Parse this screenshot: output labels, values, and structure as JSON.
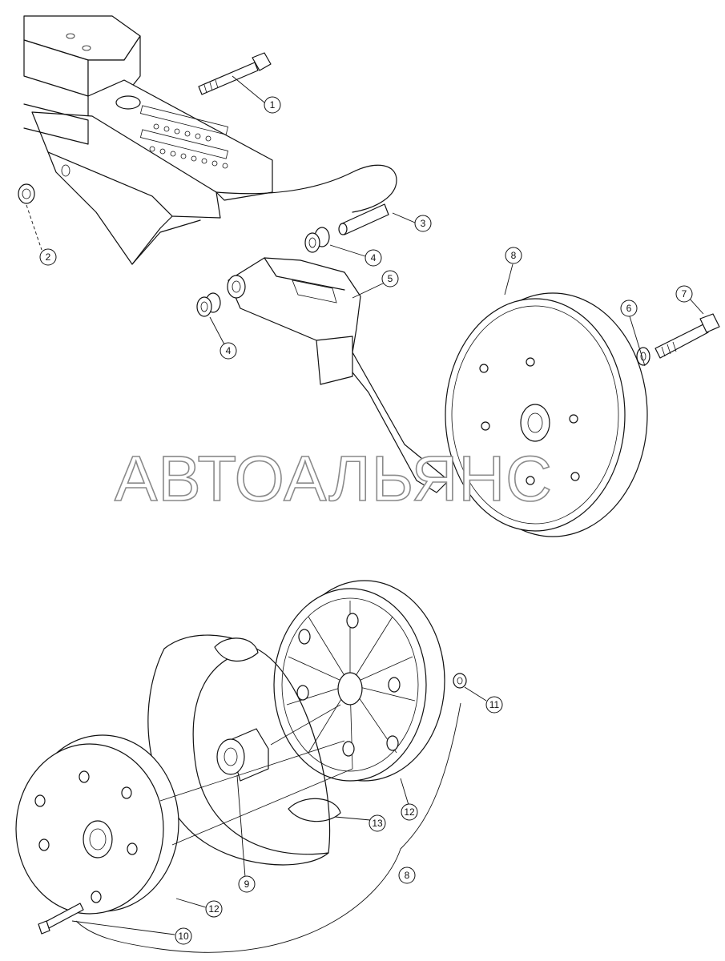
{
  "watermark": {
    "text": "АВТОАЛЬЯНС"
  },
  "callouts": [
    {
      "id": "c1",
      "label": "1"
    },
    {
      "id": "c2",
      "label": "2"
    },
    {
      "id": "c3",
      "label": "3"
    },
    {
      "id": "c4a",
      "label": "4"
    },
    {
      "id": "c4b",
      "label": "4"
    },
    {
      "id": "c5",
      "label": "5"
    },
    {
      "id": "c6",
      "label": "6"
    },
    {
      "id": "c7",
      "label": "7"
    },
    {
      "id": "c8a",
      "label": "8"
    },
    {
      "id": "c8b",
      "label": "8"
    },
    {
      "id": "c9",
      "label": "9"
    },
    {
      "id": "c10",
      "label": "10"
    },
    {
      "id": "c11",
      "label": "11"
    },
    {
      "id": "c12a",
      "label": "12"
    },
    {
      "id": "c12b",
      "label": "12"
    },
    {
      "id": "c13",
      "label": "13"
    }
  ]
}
